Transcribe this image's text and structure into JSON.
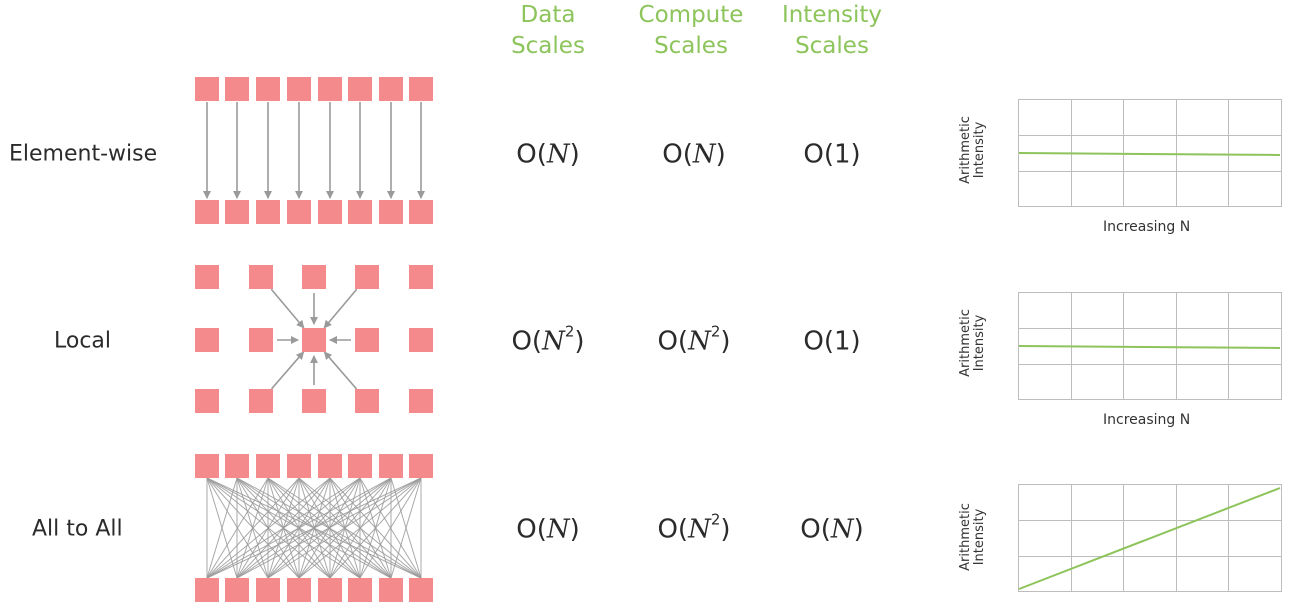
{
  "columns": {
    "data": {
      "line1": "Data",
      "line2": "Scales"
    },
    "compute": {
      "line1": "Compute",
      "line2": "Scales"
    },
    "intensity": {
      "line1": "Intensity",
      "line2": "Scales"
    }
  },
  "rows": [
    {
      "label": "Element-wise",
      "data": {
        "prefix": "O(",
        "var": "N",
        "exp": "",
        "suffix": ")"
      },
      "compute": {
        "prefix": "O(",
        "var": "N",
        "exp": "",
        "suffix": ")"
      },
      "intensity": {
        "prefix": "O(1)",
        "var": "",
        "exp": "",
        "suffix": ""
      }
    },
    {
      "label": "Local",
      "data": {
        "prefix": "O(",
        "var": "N",
        "exp": "2",
        "suffix": ")"
      },
      "compute": {
        "prefix": "O(",
        "var": "N",
        "exp": "2",
        "suffix": ")"
      },
      "intensity": {
        "prefix": "O(1)",
        "var": "",
        "exp": "",
        "suffix": ""
      }
    },
    {
      "label": "All to All",
      "data": {
        "prefix": "O(",
        "var": "N",
        "exp": "",
        "suffix": ")"
      },
      "compute": {
        "prefix": "O(",
        "var": "N",
        "exp": "2",
        "suffix": ")"
      },
      "intensity": {
        "prefix": "O(",
        "var": "N",
        "exp": "",
        "suffix": ")"
      }
    }
  ],
  "plots": [
    {
      "ylabel_line1": "Arithmetic",
      "ylabel_line2": "Intensity",
      "xlabel": "Increasing N",
      "trend": "flat"
    },
    {
      "ylabel_line1": "Arithmetic",
      "ylabel_line2": "Intensity",
      "xlabel": "Increasing N",
      "trend": "flat"
    },
    {
      "ylabel_line1": "Arithmetic",
      "ylabel_line2": "Intensity",
      "xlabel": "",
      "trend": "increasing"
    }
  ],
  "colors": {
    "header": "#8dc45b",
    "square": "#f48a8c",
    "arrow": "#9a9a9a",
    "plot_line": "#8dc45b",
    "grid": "#bdbdbd"
  }
}
